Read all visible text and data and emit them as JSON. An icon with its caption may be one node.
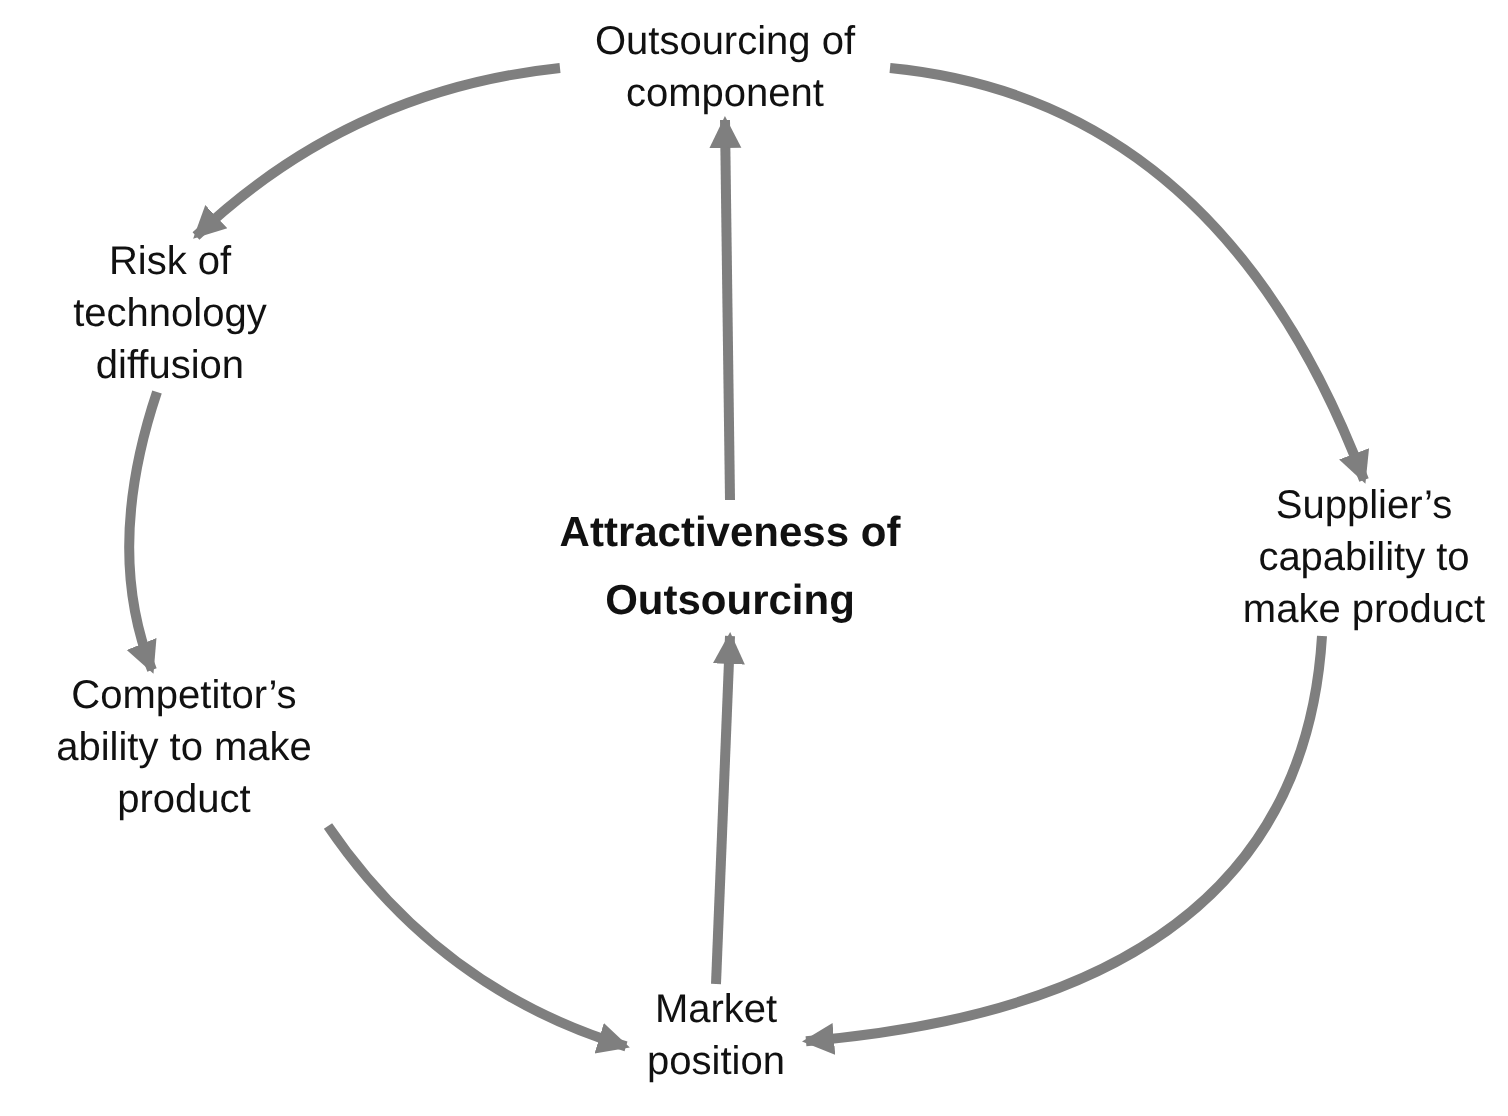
{
  "diagram": {
    "nodes": [
      {
        "text": [
          "Outsourcing of component"
        ]
      },
      {
        "text": [
          "Supplier’s capability to make product"
        ]
      },
      {
        "text": [
          "Market position"
        ]
      },
      {
        "text": [
          "Competitor’s ability to make product"
        ]
      },
      {
        "text": [
          "Risk of technology diffusion"
        ]
      },
      {
        "text": [
          "Attractiveness of Outsourcing"
        ]
      }
    ],
    "edges": [
      {
        "from": 0,
        "to": 1,
        "arrow": "to"
      },
      {
        "from": 1,
        "to": 2,
        "arrow": "to"
      },
      {
        "from": 3,
        "to": 2,
        "arrow": "to"
      },
      {
        "from": 4,
        "to": 3,
        "arrow": "to"
      },
      {
        "from": 0,
        "to": 4,
        "arrow": "to"
      },
      {
        "from": 2,
        "to": 5,
        "arrow": "to"
      },
      {
        "from": 5,
        "to": 0,
        "arrow": "to"
      }
    ]
  }
}
